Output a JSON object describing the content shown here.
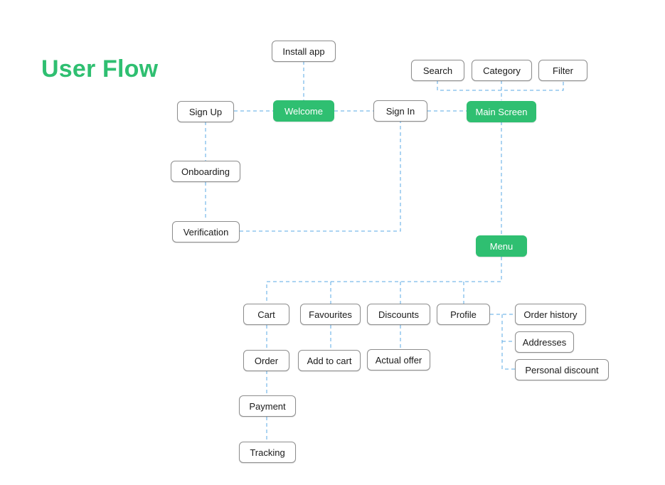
{
  "title": "User Flow",
  "colors": {
    "accent": "#2fbf71",
    "connector": "#5aa9e6",
    "node_border": "#8d8d8d"
  },
  "nodes": {
    "install_app": "Install app",
    "welcome": "Welcome",
    "sign_up": "Sign Up",
    "sign_in": "Sign In",
    "main_screen": "Main Screen",
    "search": "Search",
    "category": "Category",
    "filter": "Filter",
    "onboarding": "Onboarding",
    "verification": "Verification",
    "menu": "Menu",
    "cart": "Cart",
    "favourites": "Favourites",
    "discounts": "Discounts",
    "profile": "Profile",
    "order_history": "Order history",
    "addresses": "Addresses",
    "personal_discount": "Personal discount",
    "order": "Order",
    "add_to_cart": "Add to cart",
    "actual_offer": "Actual offer",
    "payment": "Payment",
    "tracking": "Tracking"
  }
}
